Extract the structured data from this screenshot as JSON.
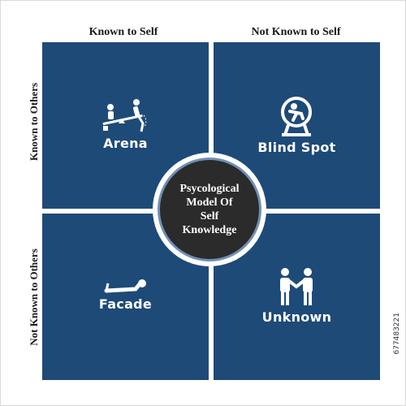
{
  "header": {
    "col_left": "Known to Self",
    "col_right": "Not Known to Self"
  },
  "side": {
    "row_top": "Known to Others",
    "row_bottom": "Not Known to Others"
  },
  "quadrants": [
    {
      "title": "Arena",
      "icon": "seesaw-icon"
    },
    {
      "title": "Blind Spot",
      "icon": "hamster-wheel-icon"
    },
    {
      "title": "Facade",
      "icon": "lying-person-icon"
    },
    {
      "title": "Unknown",
      "icon": "handshake-icon"
    }
  ],
  "center": {
    "title": "Psycological\nModel Of\nSelf\nKnowledge"
  },
  "stock_id": "677483221",
  "colors": {
    "quadrant": "#1e4a78",
    "center": "#2b2b2b",
    "center_border": "#6f8fb3"
  }
}
